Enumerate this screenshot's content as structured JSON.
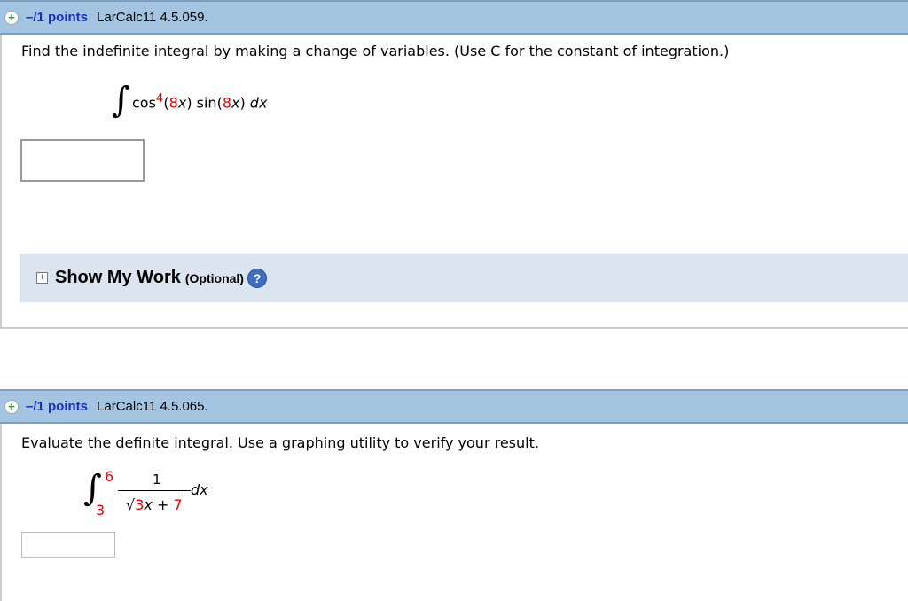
{
  "questions": [
    {
      "points": "–/1 points",
      "id": "LarCalc11 4.5.059.",
      "prompt": "Find the indefinite integral by making a change of variables. (Use C for the constant of integration.)",
      "math": {
        "f1": "cos",
        "exp": "4",
        "lp": "(",
        "c1": "8",
        "v1": "x",
        "rp1": ") sin(",
        "c2": "8",
        "v2": "x",
        "rp2": ") ",
        "dx": "dx"
      },
      "answer": "",
      "show_my_work": {
        "label": "Show My Work",
        "optional": "(Optional)",
        "help": "?",
        "expand": "+"
      }
    },
    {
      "points": "–/1 points",
      "id": "LarCalc11 4.5.065.",
      "prompt": "Evaluate the definite integral. Use a graphing utility to verify your result.",
      "math": {
        "upper": "6",
        "lower": "3",
        "num": "1",
        "c1": "3",
        "v": "x",
        "plus": " + ",
        "c2": "7",
        "dx": "dx"
      },
      "answer": ""
    }
  ],
  "colors": {
    "header": "#a4c5e1",
    "points": "#1a2fc0",
    "highlight": "#e00000",
    "panel": "#dae5ef"
  }
}
